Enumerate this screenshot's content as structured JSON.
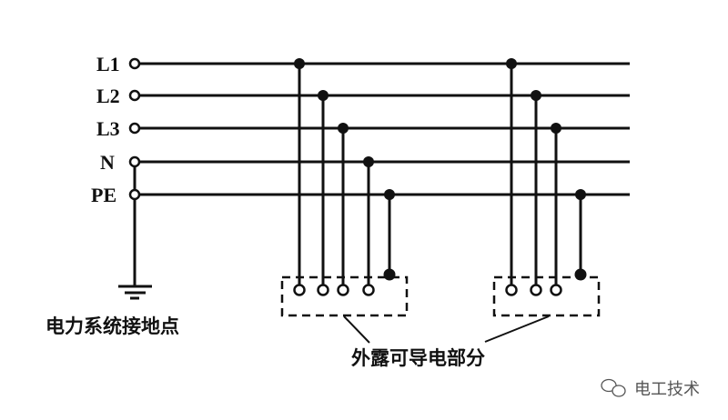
{
  "conductors": [
    {
      "label": "L1"
    },
    {
      "label": "L2"
    },
    {
      "label": "L3"
    },
    {
      "label": "N"
    },
    {
      "label": "PE"
    }
  ],
  "captions": {
    "ground_point": "电力系统接地点",
    "exposed_parts": "外露可导电部分"
  },
  "watermark": {
    "text": "电工技术",
    "icon": "wechat-icon"
  },
  "colors": {
    "line": "#111111",
    "watermark": "#555555"
  }
}
